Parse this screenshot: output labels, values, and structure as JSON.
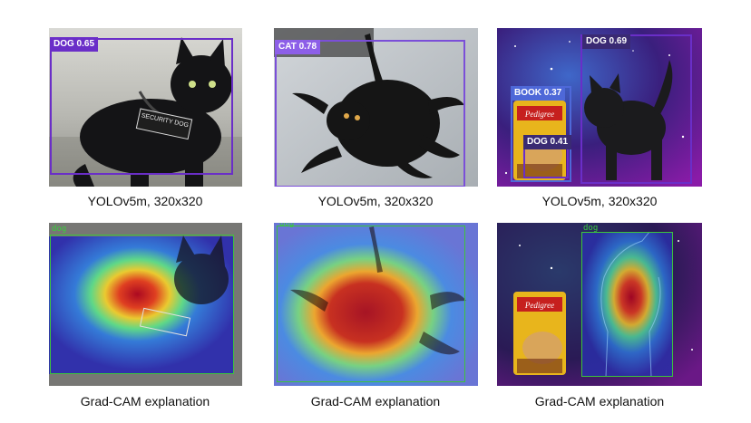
{
  "captions": {
    "top": [
      "YOLOv5m, 320x320",
      "YOLOv5m, 320x320",
      "YOLOv5m, 320x320"
    ],
    "bottom": [
      "Grad-CAM explanation",
      "Grad-CAM explanation",
      "Grad-CAM explanation"
    ]
  },
  "detections": {
    "panel1": {
      "label": "DOG 0.65"
    },
    "panel2": {
      "label": "CAT 0.78"
    },
    "panel3": [
      {
        "label": "DOG 0.69"
      },
      {
        "label": "BOOK 0.37"
      },
      {
        "label": "DOG 0.41"
      }
    ]
  },
  "cam_labels": {
    "panel1": "dog",
    "panel2": "dog",
    "panel3": "dog"
  },
  "image_text": {
    "harness_patch": "SECURITY DOG",
    "food_bag_brand": "Pedigree"
  },
  "colors": {
    "box_purple": "#6a2ec8",
    "book_blue": "#4e68d8",
    "cam_green": "#3cc43c"
  },
  "icons": {
    "cat": "cat-silhouette-icon",
    "bag": "dog-food-bag-icon"
  }
}
